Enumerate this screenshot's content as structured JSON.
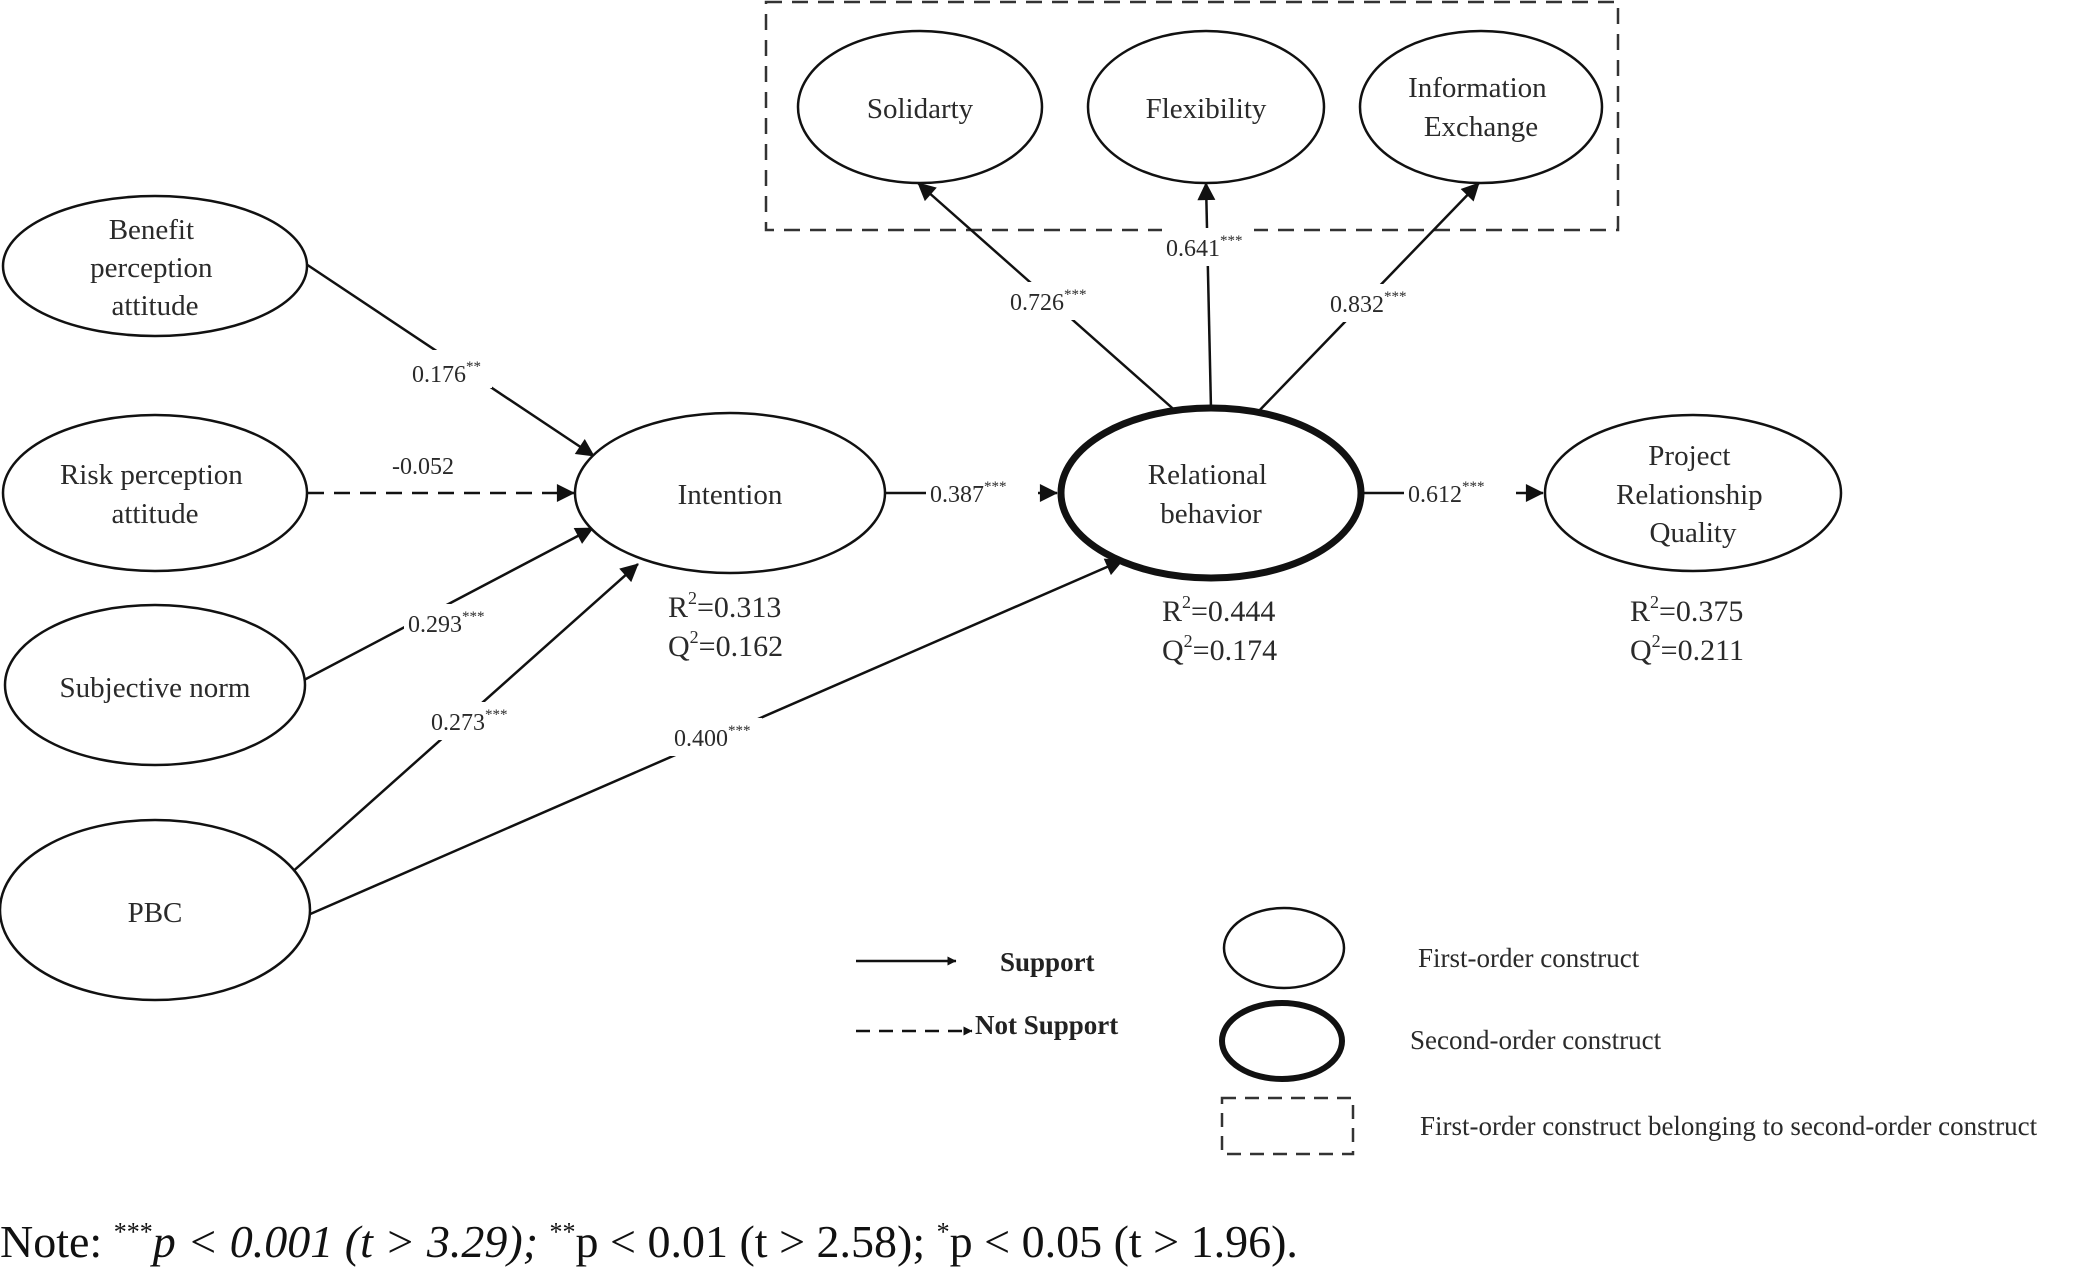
{
  "nodes": {
    "benefit": [
      "Benefit",
      "perception",
      "attitude"
    ],
    "risk": [
      "Risk perception",
      "attitude"
    ],
    "subjective": [
      "Subjective norm"
    ],
    "pbc": [
      "PBC"
    ],
    "intention": [
      "Intention"
    ],
    "relational": [
      "Relational",
      "behavior"
    ],
    "quality": [
      "Project",
      "Relationship",
      "Quality"
    ],
    "solidarity": [
      "Solidarty"
    ],
    "flexibility": [
      "Flexibility"
    ],
    "info": [
      "Information",
      "Exchange"
    ]
  },
  "paths": {
    "benefit_intention": {
      "value": "0.176",
      "sig": "**"
    },
    "risk_intention": {
      "value": "-0.052",
      "sig": ""
    },
    "subjective_intention": {
      "value": "0.293",
      "sig": "***"
    },
    "pbc_intention": {
      "value": "0.273",
      "sig": "***"
    },
    "pbc_relational": {
      "value": "0.400",
      "sig": "***"
    },
    "intention_relational": {
      "value": "0.387",
      "sig": "***"
    },
    "relational_quality": {
      "value": "0.612",
      "sig": "***"
    },
    "relational_solidarity": {
      "value": "0.726",
      "sig": "***"
    },
    "relational_flexibility": {
      "value": "0.641",
      "sig": "***"
    },
    "relational_info": {
      "value": "0.832",
      "sig": "***"
    }
  },
  "stats": {
    "intention": {
      "r2": "=0.313",
      "q2": "=0.162"
    },
    "relational": {
      "r2": "=0.444",
      "q2": "=0.174"
    },
    "quality": {
      "r2": "=0.375",
      "q2": "=0.211"
    },
    "r_letter": "R",
    "q_letter": "Q",
    "exp": "2"
  },
  "legend": {
    "support": "Support",
    "not_support": "Not Support",
    "first_order": "First-order construct",
    "second_order": "Second-order construct",
    "belonging": "First-order construct belonging to second-order construct"
  },
  "note": {
    "prefix": "Note: ",
    "s3": "***",
    "t3": "p < 0.001 (t > 3.29); ",
    "s2": "**",
    "t2": "p < 0.01 (t > 2.58); ",
    "s1": "*",
    "t1": "p < 0.05 (t > 1.96)."
  }
}
